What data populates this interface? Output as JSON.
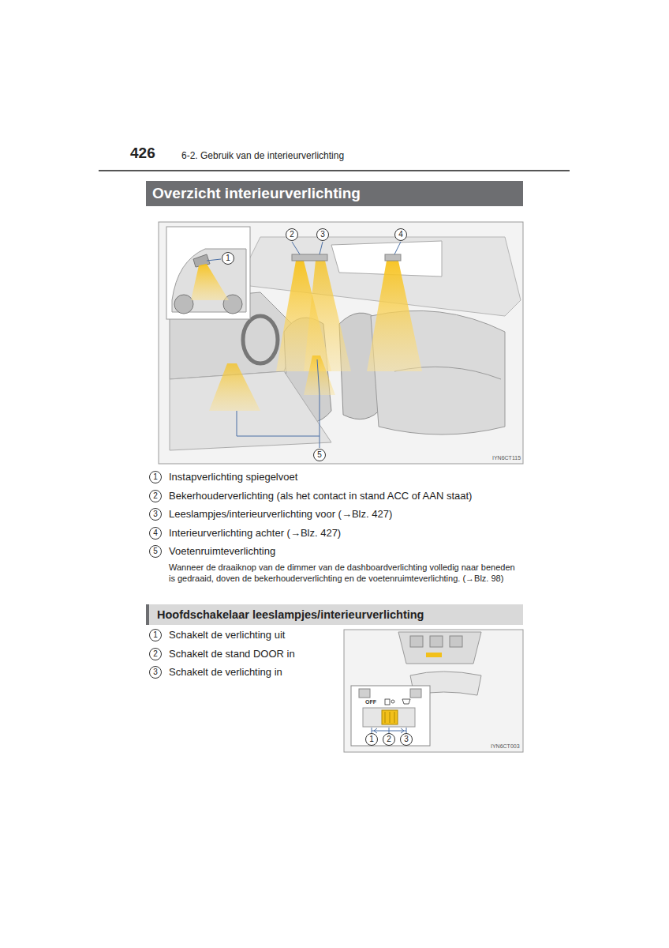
{
  "diagram": {
    "title": "Overzicht interieurverlichting",
    "nodes": [
      {
        "text": [
          "Hoofdschakelaar leeslampjes/interieurverlichting"
        ]
      }
    ],
    "labels": [
      "426",
      "6-2. Gebruik van de interieurverlichting",
      "2",
      "3",
      "4",
      "1",
      "5",
      "IYN6CT115",
      "1",
      "Instapverlichting spiegelvoet",
      "2",
      "Bekerhouderverlichting (als het contact in stand ACC of AAN staat)",
      "3",
      "Leeslampjes/interieurverlichting voor (→Blz. 427)",
      "4",
      "Interieurverlichting achter (→Blz. 427)",
      "5",
      "Voetenruimteverlichting",
      "Wanneer de draaiknop van de dimmer van de dashboardverlichting volledig naar beneden is gedraaid, doven de bekerhouderverlichting en de voetenruimteverlichting. (→Blz. 98)",
      "1",
      "Schakelt de verlichting uit",
      "2",
      "Schakelt de stand DOOR in",
      "3",
      "Schakelt de verlichting in",
      "OFF",
      "1",
      "2",
      "3",
      "IYN6CT003"
    ]
  }
}
